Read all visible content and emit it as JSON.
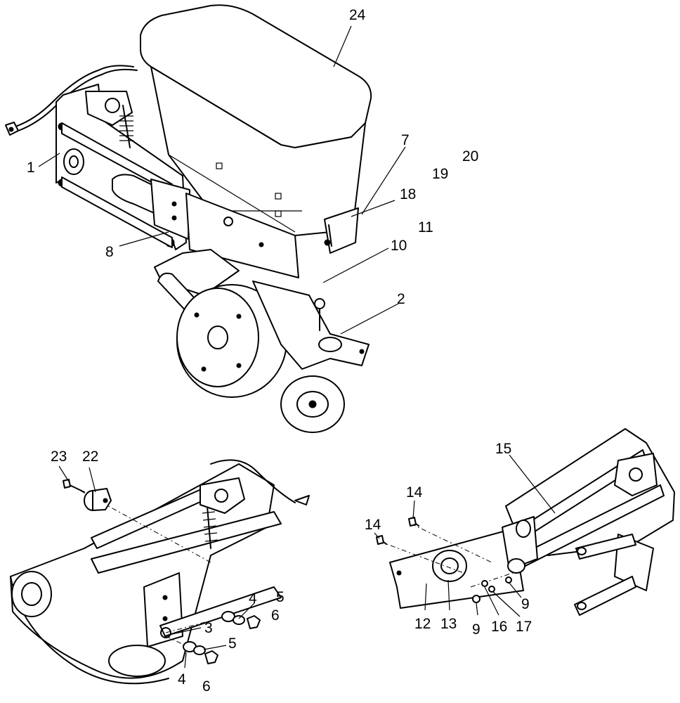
{
  "callouts": [
    {
      "id": "24",
      "text": "24"
    },
    {
      "id": "1",
      "text": "1"
    },
    {
      "id": "7",
      "text": "7"
    },
    {
      "id": "20",
      "text": "20"
    },
    {
      "id": "19",
      "text": "19"
    },
    {
      "id": "18",
      "text": "18"
    },
    {
      "id": "11",
      "text": "11"
    },
    {
      "id": "10",
      "text": "10"
    },
    {
      "id": "8",
      "text": "8"
    },
    {
      "id": "2",
      "text": "2"
    },
    {
      "id": "23",
      "text": "23"
    },
    {
      "id": "22",
      "text": "22"
    },
    {
      "id": "4a",
      "text": "4"
    },
    {
      "id": "5a",
      "text": "5"
    },
    {
      "id": "6a",
      "text": "6"
    },
    {
      "id": "3",
      "text": "3"
    },
    {
      "id": "5b",
      "text": "5"
    },
    {
      "id": "4b",
      "text": "4"
    },
    {
      "id": "6b",
      "text": "6"
    },
    {
      "id": "15",
      "text": "15"
    },
    {
      "id": "14a",
      "text": "14"
    },
    {
      "id": "14b",
      "text": "14"
    },
    {
      "id": "9a",
      "text": "9"
    },
    {
      "id": "12",
      "text": "12"
    },
    {
      "id": "13",
      "text": "13"
    },
    {
      "id": "9b",
      "text": "9"
    },
    {
      "id": "16",
      "text": "16"
    },
    {
      "id": "17",
      "text": "17"
    }
  ]
}
